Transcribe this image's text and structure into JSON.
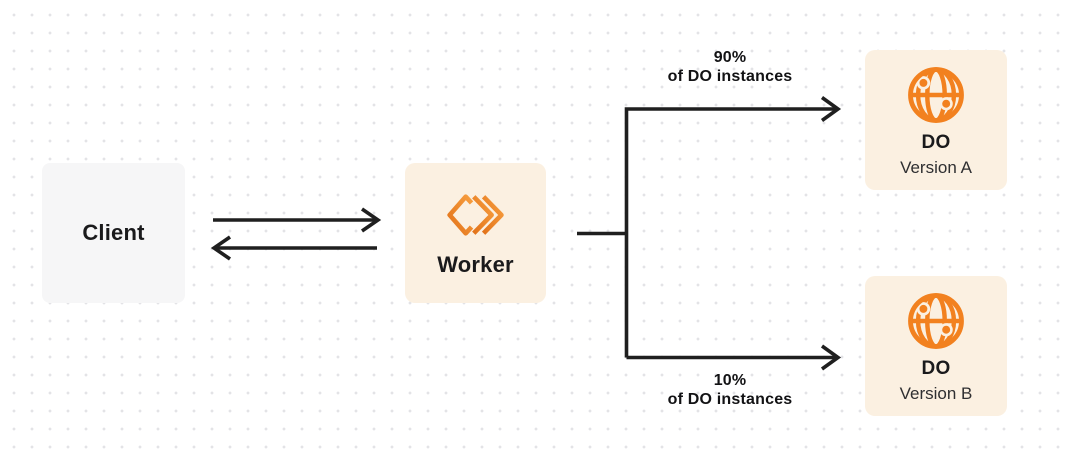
{
  "colors": {
    "background": "#FFFFFF",
    "dot_grid": "#E3E3E6",
    "client_box_bg": "#F6F6F7",
    "accent_box_bg": "#FBF0E1",
    "orange": "#F2811F",
    "connector": "#1F1F1F",
    "text_primary": "#1A1A1C",
    "text_secondary": "#2F2F31"
  },
  "nodes": {
    "client": {
      "label": "Client"
    },
    "worker": {
      "label": "Worker",
      "icon": "workers-chevrons-icon"
    },
    "do_version_a": {
      "title": "DO",
      "subtitle": "Version A",
      "icon": "globe-icon"
    },
    "do_version_b": {
      "title": "DO",
      "subtitle": "Version B",
      "icon": "globe-icon"
    }
  },
  "edges": {
    "client_worker": {
      "direction": "bidirectional-double-arrow"
    },
    "top_branch": {
      "line1": "90%",
      "line2": "of DO instances"
    },
    "bottom_branch": {
      "line1": "10%",
      "line2": "of DO instances"
    }
  }
}
